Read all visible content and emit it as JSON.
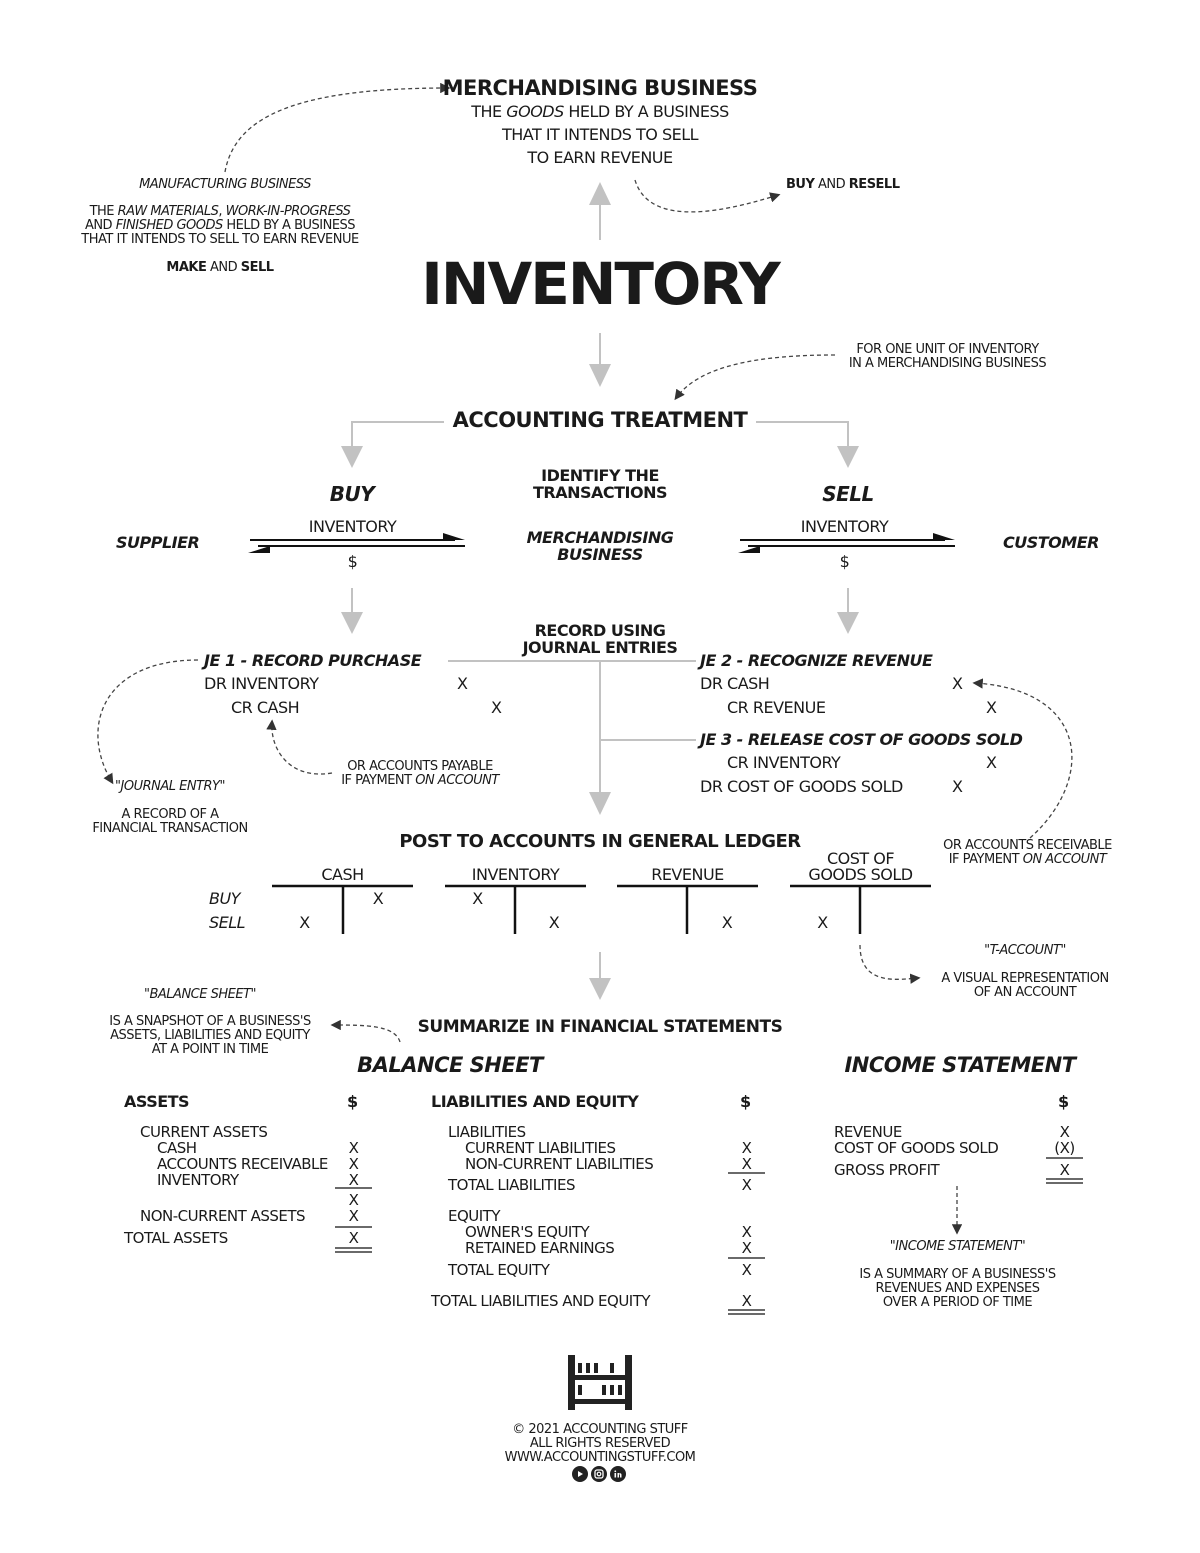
{
  "merch": {
    "title": "MERCHANDISING BUSINESS",
    "l1a": "THE ",
    "l1b": "GOODS",
    "l1c": " HELD BY A BUSINESS",
    "l2": "THAT IT INTENDS TO SELL",
    "l3": "TO EARN REVENUE",
    "buy_resell_a": "BUY",
    "buy_resell_b": " AND ",
    "buy_resell_c": "RESELL"
  },
  "manuf": {
    "title": "MANUFACTURING BUSINESS",
    "l1a": "THE ",
    "l1b": "RAW MATERIALS",
    "l1c": ", ",
    "l1d": "WORK-IN-PROGRESS",
    "l2a": "AND ",
    "l2b": "FINISHED GOODS",
    "l2c": " HELD BY A BUSINESS",
    "l3": "THAT IT INTENDS TO SELL TO EARN REVENUE",
    "make_a": "MAKE",
    "make_b": " AND ",
    "make_c": "SELL"
  },
  "main_title": "INVENTORY",
  "unit_note": "FOR ONE UNIT OF INVENTORY\nIN A MERCHANDISING BUSINESS",
  "accounting_treatment": "ACCOUNTING TREATMENT",
  "identify": "IDENTIFY THE\nTRANSACTIONS",
  "buy": "BUY",
  "sell": "SELL",
  "supplier": "SUPPLIER",
  "customer": "CUSTOMER",
  "merch_business": "MERCHANDISING\nBUSINESS",
  "arrow_inventory": "INVENTORY",
  "arrow_dollar": "$",
  "record_using": "RECORD USING\nJOURNAL ENTRIES",
  "je1": {
    "title": "JE 1 - RECORD PURCHASE",
    "dr": "DR INVENTORY",
    "dr_x": "X",
    "cr": "CR CASH",
    "cr_x": "X",
    "note_a": "OR ACCOUNTS PAYABLE",
    "note_b": "IF PAYMENT ",
    "note_c": "ON ACCOUNT"
  },
  "je2": {
    "title": "JE 2 - RECOGNIZE REVENUE",
    "dr": "DR CASH",
    "dr_x": "X",
    "cr": "CR REVENUE",
    "cr_x": "X"
  },
  "je3": {
    "title": "JE 3 - RELEASE COST OF GOODS SOLD",
    "cr": "CR INVENTORY",
    "cr_x": "X",
    "dr": "DR COST OF GOODS SOLD",
    "dr_x": "X"
  },
  "journal_entry_def": {
    "term": "\"JOURNAL ENTRY\"",
    "def": "A RECORD OF A\nFINANCIAL TRANSACTION"
  },
  "receivable_note": {
    "a": "OR ACCOUNTS RECEIVABLE",
    "b": "IF PAYMENT ",
    "c": "ON ACCOUNT"
  },
  "post_title": "POST TO ACCOUNTS IN GENERAL LEDGER",
  "ledger": {
    "row_buy": "BUY",
    "row_sell": "SELL",
    "accounts": [
      {
        "name": "CASH",
        "buy_dr": "",
        "buy_cr": "X",
        "sell_dr": "X",
        "sell_cr": ""
      },
      {
        "name": "INVENTORY",
        "buy_dr": "X",
        "buy_cr": "",
        "sell_dr": "",
        "sell_cr": "X"
      },
      {
        "name": "REVENUE",
        "buy_dr": "",
        "buy_cr": "",
        "sell_dr": "",
        "sell_cr": "X"
      },
      {
        "name": "COST OF\nGOODS SOLD",
        "buy_dr": "",
        "buy_cr": "",
        "sell_dr": "X",
        "sell_cr": ""
      }
    ]
  },
  "t_account_def": {
    "term": "\"T-ACCOUNT\"",
    "def": "A VISUAL REPRESENTATION\nOF AN ACCOUNT"
  },
  "balance_sheet_def": {
    "term": "\"BALANCE SHEET\"",
    "def": "IS A SNAPSHOT OF A BUSINESS'S\nASSETS, LIABILITIES AND EQUITY\nAT A POINT IN TIME"
  },
  "summarize_title": "SUMMARIZE IN FINANCIAL STATEMENTS",
  "balance_sheet": {
    "title": "BALANCE SHEET",
    "assets_header": "ASSETS",
    "dollar": "$",
    "current_assets": "CURRENT ASSETS",
    "cash": "CASH",
    "ar": "ACCOUNTS RECEIVABLE",
    "inventory": "INVENTORY",
    "non_current": "NON-CURRENT ASSETS",
    "total_assets": "TOTAL ASSETS",
    "x": "X",
    "le_header": "LIABILITIES AND EQUITY",
    "liabilities": "LIABILITIES",
    "current_liab": "CURRENT LIABILITIES",
    "non_current_liab": "NON-CURRENT LIABILITIES",
    "total_liab": "TOTAL LIABILITIES",
    "equity": "EQUITY",
    "owners_equity": "OWNER'S EQUITY",
    "retained": "RETAINED EARNINGS",
    "total_equity": "TOTAL EQUITY",
    "total_le": "TOTAL LIABILITIES AND EQUITY"
  },
  "income_statement": {
    "title": "INCOME STATEMENT",
    "dollar": "$",
    "revenue": "REVENUE",
    "revenue_x": "X",
    "cogs": "COST OF GOODS SOLD",
    "cogs_x": "(X)",
    "gross_profit": "GROSS PROFIT",
    "gp_x": "X"
  },
  "income_statement_def": {
    "term": "\"INCOME STATEMENT\"",
    "def": "IS A SUMMARY OF A BUSINESS'S\nREVENUES AND EXPENSES\nOVER A PERIOD OF TIME"
  },
  "footer": {
    "copyright": "© 2021 ACCOUNTING STUFF",
    "rights": "ALL RIGHTS RESERVED",
    "url": "WWW.ACCOUNTINGSTUFF.COM"
  },
  "colors": {
    "ink": "#1a1a1a",
    "gray_arrow": "#c2c2c2"
  }
}
